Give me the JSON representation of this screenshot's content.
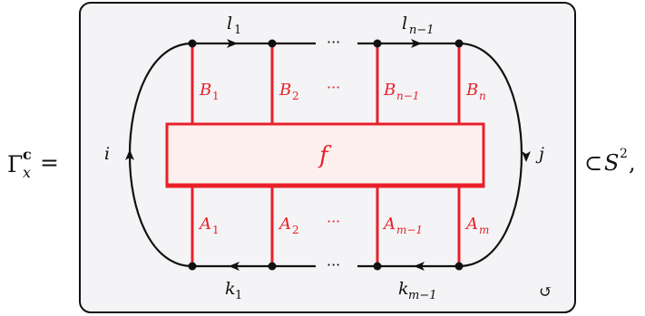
{
  "equation": {
    "lhs_symbol": "Γ",
    "lhs_sup": "c",
    "lhs_sub": "x",
    "equals": "=",
    "rhs_subset": "⊂",
    "rhs_space": "S",
    "rhs_exp": "2",
    "rhs_comma": ","
  },
  "box": {
    "label": "f",
    "top_legs": [
      {
        "base": "B",
        "sub": "1"
      },
      {
        "base": "B",
        "sub": "2"
      },
      {
        "base": "B",
        "sub": "n−1"
      },
      {
        "base": "B",
        "sub": "n"
      }
    ],
    "bottom_legs": [
      {
        "base": "A",
        "sub": "1"
      },
      {
        "base": "A",
        "sub": "2"
      },
      {
        "base": "A",
        "sub": "m−1"
      },
      {
        "base": "A",
        "sub": "m"
      }
    ],
    "top_ellipsis": "···",
    "bottom_ellipsis": "···"
  },
  "edges": {
    "top_left": {
      "base": "l",
      "sub": "1"
    },
    "top_right": {
      "base": "l",
      "sub": "n−1"
    },
    "bottom_left": {
      "base": "k",
      "sub": "1"
    },
    "bottom_right": {
      "base": "k",
      "sub": "m−1"
    },
    "left_arc": "i",
    "right_arc": "j",
    "top_dots": "···",
    "bottom_dots": "···"
  },
  "orientation_symbol": "↺",
  "colors": {
    "red": "#e8202a",
    "box_fill": "#fdf0ec",
    "panel_fill": "#f4f4f6",
    "black": "#111111"
  }
}
